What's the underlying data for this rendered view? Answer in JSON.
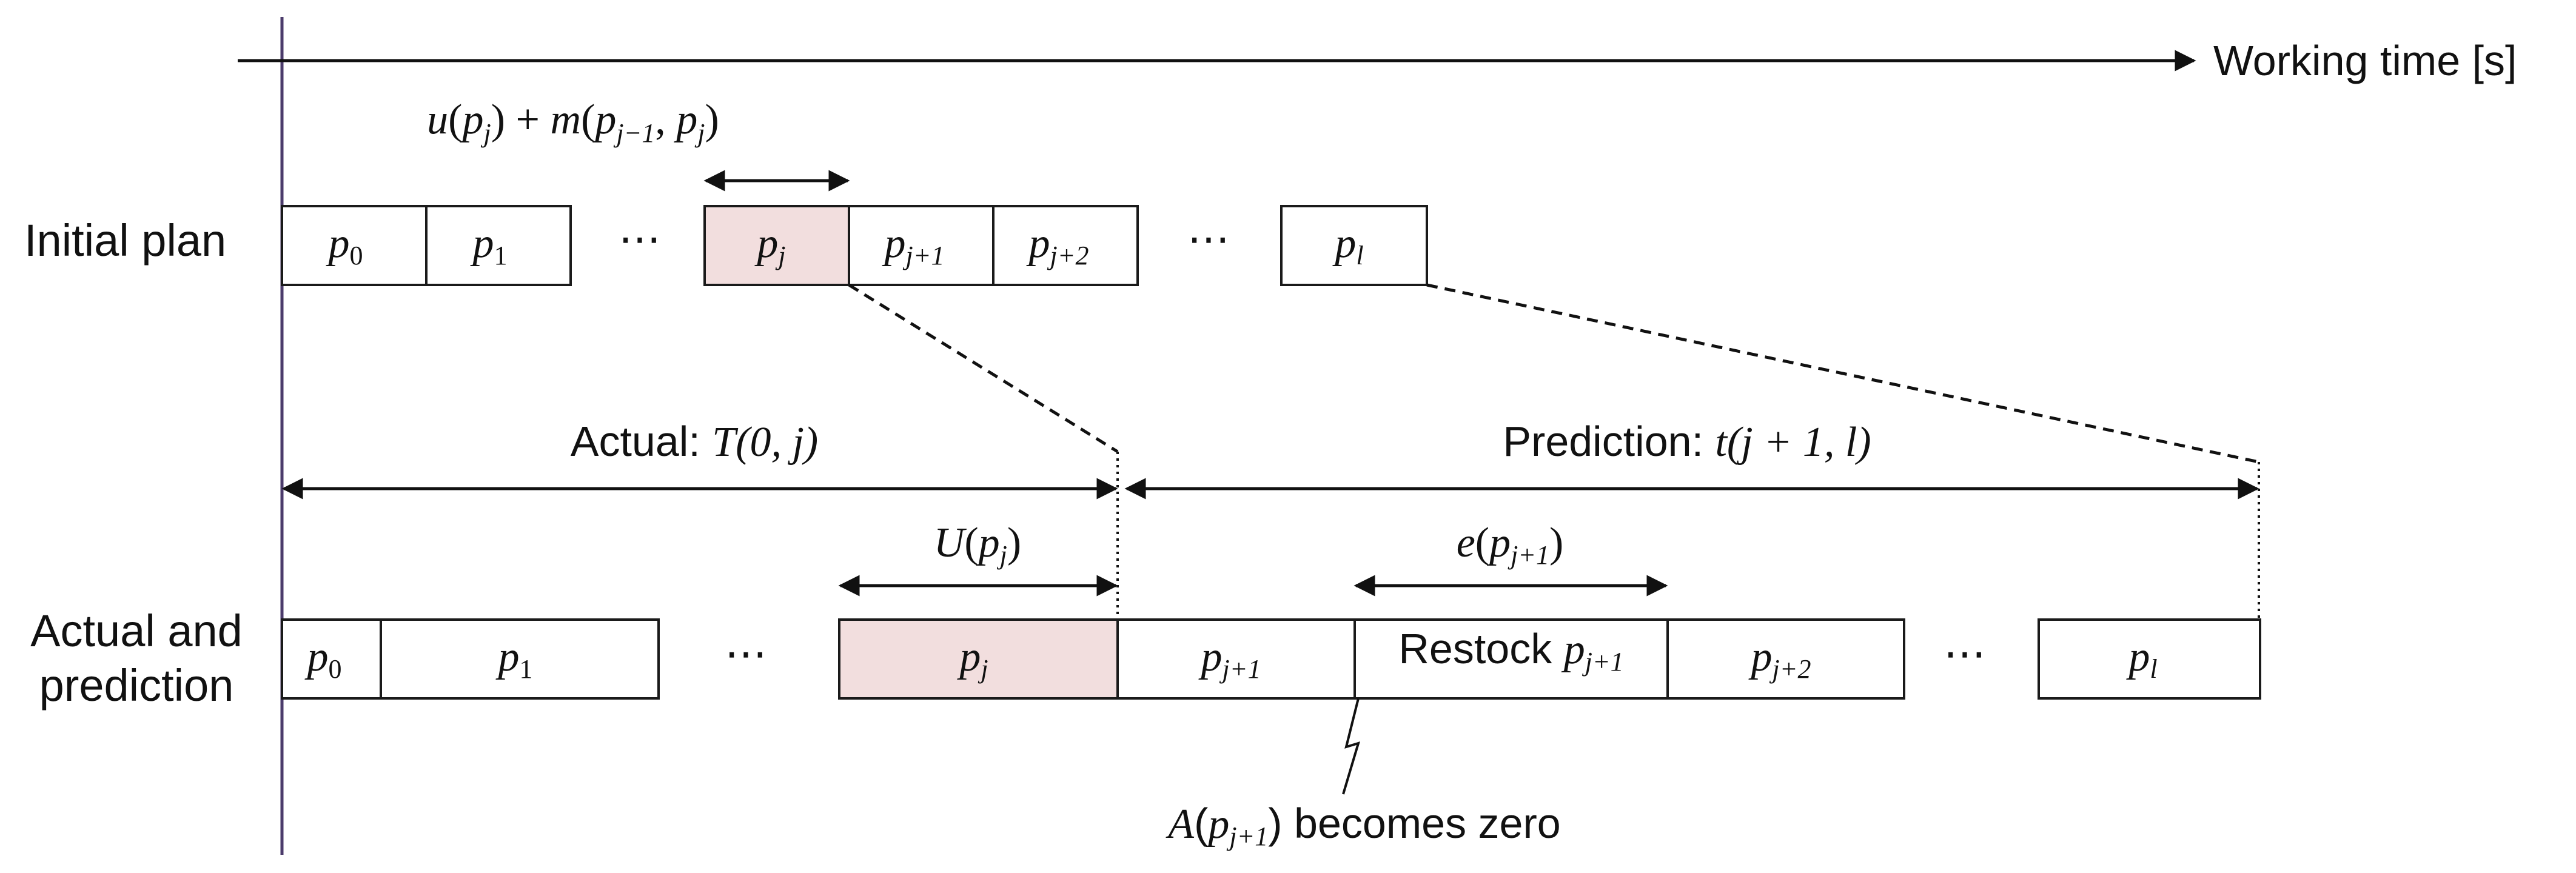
{
  "axis": {
    "label": "Working time [s]"
  },
  "rows": {
    "initial": {
      "label": "Initial plan"
    },
    "actual": {
      "label_line1": "Actual and",
      "label_line2": "prediction"
    }
  },
  "ellipsis": "⋯",
  "initial_plan": {
    "top_formula": {
      "u": "u",
      "m": "m",
      "plus": "+",
      "pj": "p",
      "j": "j",
      "jm1": "j−1"
    },
    "boxes": [
      {
        "p": "p",
        "sub": "0"
      },
      {
        "p": "p",
        "sub": "1"
      },
      {
        "p": "p",
        "sub": "j"
      },
      {
        "p": "p",
        "sub": "j+1"
      },
      {
        "p": "p",
        "sub": "j+2"
      },
      {
        "p": "p",
        "sub": "l"
      }
    ]
  },
  "spans": {
    "actual": {
      "prefix": "Actual: ",
      "expr": "T(0, j)"
    },
    "prediction": {
      "prefix": "Prediction: ",
      "expr": "t(j + 1, l)"
    }
  },
  "actual_plan": {
    "U_label": {
      "U": "U",
      "p": "p",
      "sub": "j"
    },
    "e_label": {
      "e": "e",
      "p": "p",
      "sub": "j+1"
    },
    "restock_word": "Restock",
    "boxes": [
      {
        "p": "p",
        "sub": "0"
      },
      {
        "p": "p",
        "sub": "1"
      },
      {
        "p": "p",
        "sub": "j"
      },
      {
        "p": "p",
        "sub": "j+1"
      },
      {
        "p": "p",
        "sub": "j+1"
      },
      {
        "p": "p",
        "sub": "j+2"
      },
      {
        "p": "p",
        "sub": "l"
      }
    ]
  },
  "annotation": {
    "A": "A",
    "p": "p",
    "sub": "j+1",
    "text": " becomes zero"
  },
  "colors": {
    "highlight": "#f2dede",
    "line": "#111111"
  }
}
